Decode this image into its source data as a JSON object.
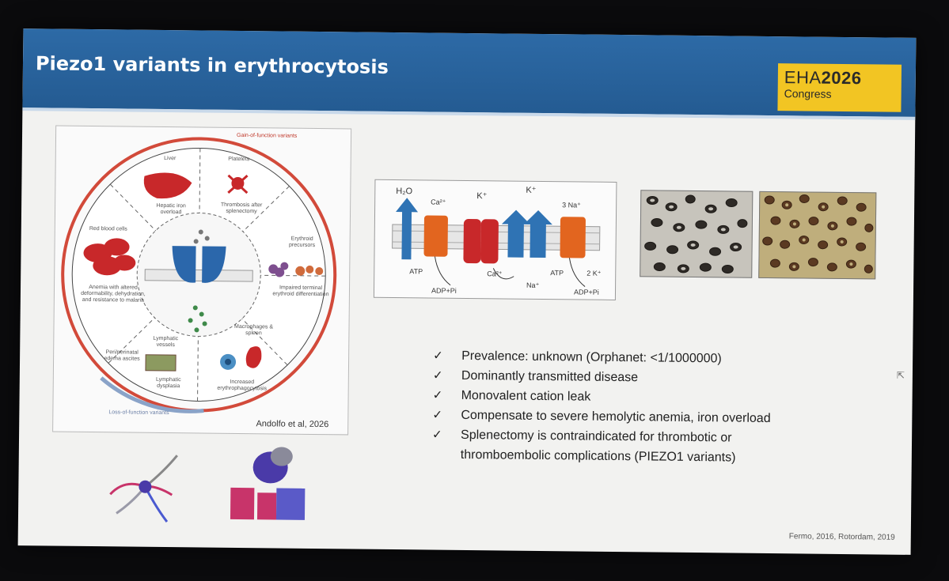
{
  "slide": {
    "title": "Piezo1 variants in erythrocytosis",
    "logo": {
      "brand": "EHA",
      "year": "2026",
      "subtitle": "Congress",
      "color": "#f2c523"
    },
    "header_color": "#2d6aa6"
  },
  "figure_left": {
    "arc_top": "Gain-of-function variants",
    "arc_bottom": "Loss-of-function variants",
    "segments": [
      {
        "label": "Liver"
      },
      {
        "label": "Hepatic iron overload"
      },
      {
        "label": "Platelets"
      },
      {
        "label": "Thrombosis after splenectomy"
      },
      {
        "label": "Erythroid precursors"
      },
      {
        "label": "Impaired terminal erythroid differentiation"
      },
      {
        "label": "Macrophages & spleen"
      },
      {
        "label": "Increased erythrophagocytosis"
      },
      {
        "label": "Lymphatic vessels"
      },
      {
        "label": "Lymphatic dysplasia"
      },
      {
        "label": "Peri/perinatal edema ascites"
      },
      {
        "label": "Red blood cells"
      },
      {
        "label": "Anemia with altered deformability, dehydration, and resistance to malaria"
      }
    ],
    "citation": "Andolfo et al, 2026"
  },
  "figure_mid": {
    "labels": {
      "h2o": "H₂O",
      "ca": "Ca²⁺",
      "k1": "K⁺",
      "k2": "K⁺",
      "na3": "3 Na⁺",
      "atp1": "ATP",
      "adp1": "ADP+Pi",
      "ca2": "Ca²⁺",
      "na": "Na⁺",
      "atp2": "ATP",
      "k2in": "2 K⁺",
      "adp2": "ADP+Pi"
    }
  },
  "bullets": {
    "check": "✓",
    "items": [
      "Prevalence:  unknown  (Orphanet:  <1/1000000)",
      "Dominantly transmitted disease",
      "Monovalent cation leak",
      "Compensate  to severe hemolytic anemia, iron overload",
      "Splenectomy is contraindicated for thrombotic or"
    ],
    "continuation": "thromboembolic complications  (PIEZO1 variants)"
  },
  "citation_right": "Fermo, 2016, Rotordam, 2019"
}
